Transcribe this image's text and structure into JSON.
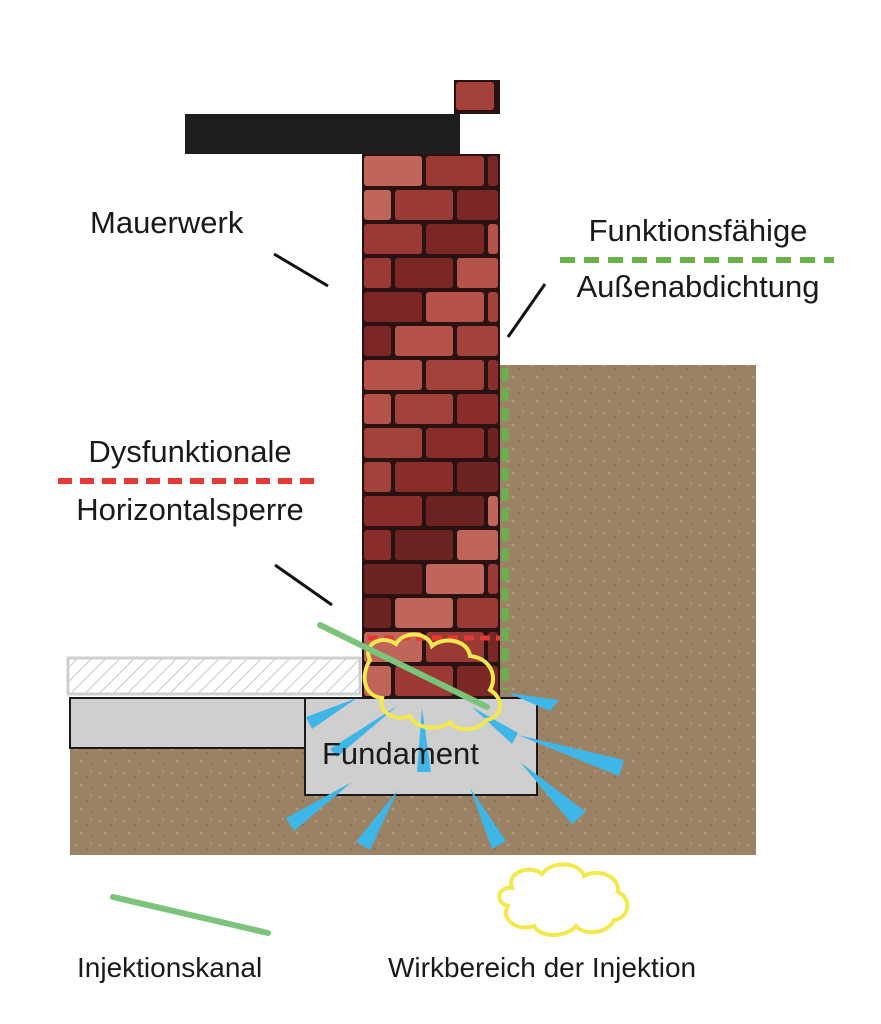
{
  "labels": {
    "masonry": "Mauerwerk",
    "outer_seal_line1": "Funktionsfähige",
    "outer_seal_line2": "Außenabdichtung",
    "barrier_line1": "Dysfunktionale",
    "barrier_line2": "Horizontalsperre",
    "foundation": "Fundament",
    "legend_channel": "Injektionskanal",
    "legend_zone": "Wirkbereich der Injektion"
  },
  "colors": {
    "soil": "#9c8264",
    "brick_dark": "#6e2323",
    "brick_light": "#b5524a",
    "mortar": "#2b1212",
    "roof_slab": "#1e1e1e",
    "foundation": "#cfcfcf",
    "outer_seal": "#6ab04c",
    "horizontal_barrier": "#e53935",
    "injection_channel": "#7cc47c",
    "injection_zone": "#f2e94e",
    "spray": "#3fb6e8"
  }
}
